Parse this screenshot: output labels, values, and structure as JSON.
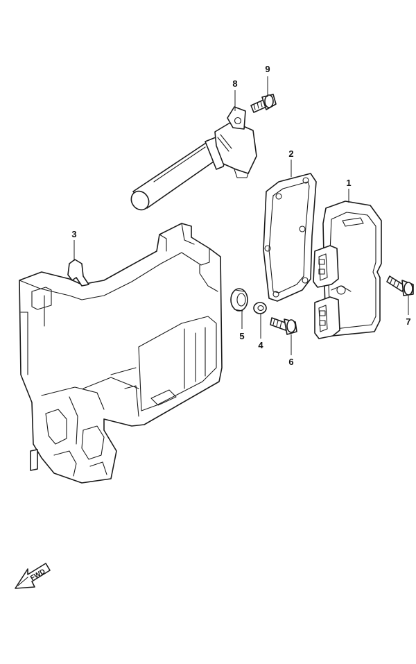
{
  "callouts": [
    {
      "id": "1",
      "label": "1",
      "part": "module"
    },
    {
      "id": "2",
      "label": "2",
      "part": "gasket"
    },
    {
      "id": "3",
      "label": "3",
      "part": "bracket"
    },
    {
      "id": "4",
      "label": "4",
      "part": "collar"
    },
    {
      "id": "5",
      "label": "5",
      "part": "grommet"
    },
    {
      "id": "6",
      "label": "6",
      "part": "bolt"
    },
    {
      "id": "7",
      "label": "7",
      "part": "bolt"
    },
    {
      "id": "8",
      "label": "8",
      "part": "ignition-coil"
    },
    {
      "id": "9",
      "label": "9",
      "part": "bolt"
    }
  ],
  "direction_arrow": {
    "label": "FWD"
  },
  "colors": {
    "line": "#1a1a1a",
    "background": "#ffffff"
  }
}
